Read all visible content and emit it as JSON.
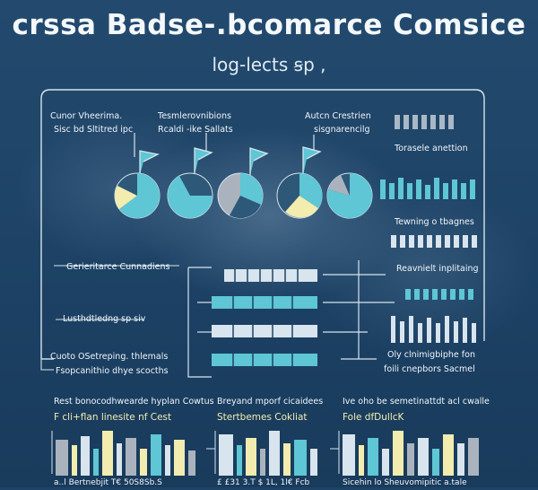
{
  "header": {
    "title": "crssa Badse-.bcomarce Comsice",
    "subtitle": "log-lects ꞩp ,"
  },
  "top_labels": {
    "a1": "Cunor Vheerima.",
    "a2": "Sisc bd Sltitred ipc",
    "b1": "Tesmlerovnibions",
    "b2": "Rcaldi -ike Sallats",
    "c1": "Autcn Crestrien",
    "c2": "sisgnarencilg"
  },
  "right_labels": {
    "r1": "Torasele anettion",
    "r2": "Tewning o tbagnes",
    "r3": "Reavnielt inplitaing",
    "r4": "Oly clnimigbiphe fon",
    "r5": "foili cnepbors Sacmel"
  },
  "left_labels": {
    "l1": "Gerieritarce Cunnadiens",
    "l2": "Lusthdtledng sp siv",
    "l3": "Cuoto OSetreping. thlemals",
    "l4": "Fsopcanithio dhye scocths"
  },
  "bottom_sections": [
    {
      "head": "Rest bonocodhwearde hyplan Cowtus",
      "sub": "F cli+flan linesite nf Cest",
      "foot": "a..l Bertnebjit  T€ 50S8Sb.S"
    },
    {
      "head": "Breyand mporf cicaidees",
      "sub": "Stertbemes Cokliat",
      "foot": "£ £31  3.T  $ 1L, 1l€ Fcb"
    },
    {
      "head": "Ive oho be semetinattdt acl cwalle",
      "sub": "Fole dfDullcK",
      "foot": "Sicehin lo Sheuvomipitic a.tale"
    }
  ],
  "colors": {
    "background": "#1d4466",
    "teal": "#5ec6d4",
    "cream": "#f3ecaf",
    "grey": "#aab3bd",
    "line": "#d8e4ee"
  },
  "pies": [
    {
      "teal": 0.55,
      "cream": 0.25
    },
    {
      "teal": 0.7,
      "cream": 0.0
    },
    {
      "teal": 0.35,
      "grey": 0.4
    },
    {
      "teal": 0.5,
      "cream": 0.3
    },
    {
      "teal": 0.6,
      "grey": 0.2
    }
  ]
}
